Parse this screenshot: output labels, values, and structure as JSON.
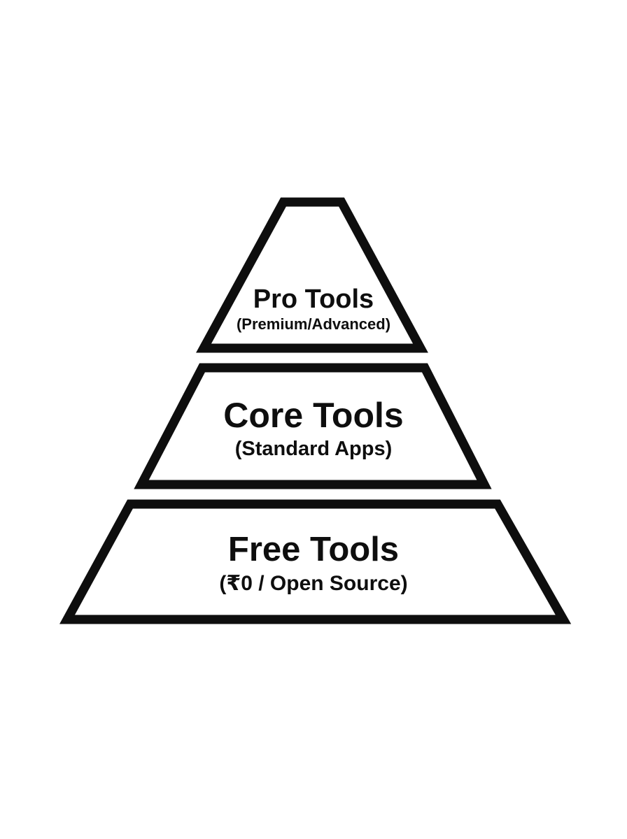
{
  "diagram": {
    "type": "pyramid",
    "tier_count": 3,
    "colors": {
      "background": "#ffffff",
      "ink": "#0e0e0e"
    },
    "tiers": [
      {
        "id": "pro-tools",
        "position": "top",
        "label": "Pro Tools",
        "sublabel": "(Premium/Advanced)"
      },
      {
        "id": "core-tools",
        "position": "middle",
        "label": "Core Tools",
        "sublabel": "(Standard Apps)"
      },
      {
        "id": "free-tools",
        "position": "bottom",
        "label": "Free Tools",
        "sublabel": "(₹0 / Open Source)"
      }
    ]
  }
}
